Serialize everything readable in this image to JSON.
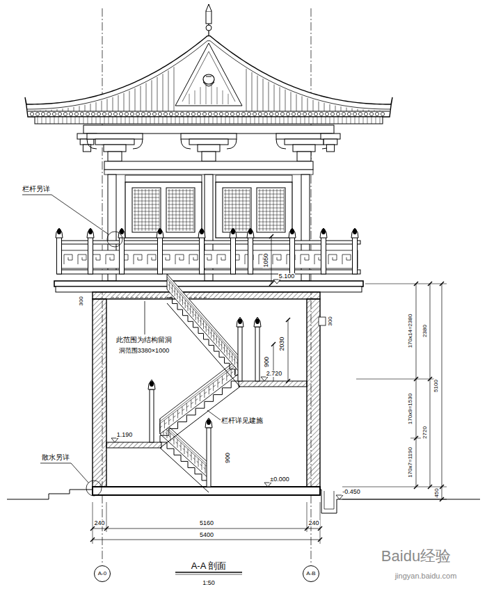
{
  "diagram": {
    "title": "A-A 剖面",
    "nodes": [
      {
        "text": [
          "A-0"
        ]
      },
      {
        "text": [
          "A-B"
        ]
      }
    ],
    "labels": [
      "栏杆另详",
      "1050",
      "5.100",
      "300",
      "300",
      "170x14=2380",
      "2380",
      "此范围为结构留洞",
      "洞范围3380×1000",
      "2030",
      "900",
      "2.720",
      "5100",
      "170x9=1530",
      "2720",
      "栏杆详见建施",
      "1.190",
      "170x7=1190",
      "900",
      "散水另详",
      "±0.000",
      "-0.450",
      "450",
      "240",
      "5160",
      "240",
      "5400",
      "1:50",
      "Baidu经验",
      "jingyan.baidu.com"
    ]
  }
}
